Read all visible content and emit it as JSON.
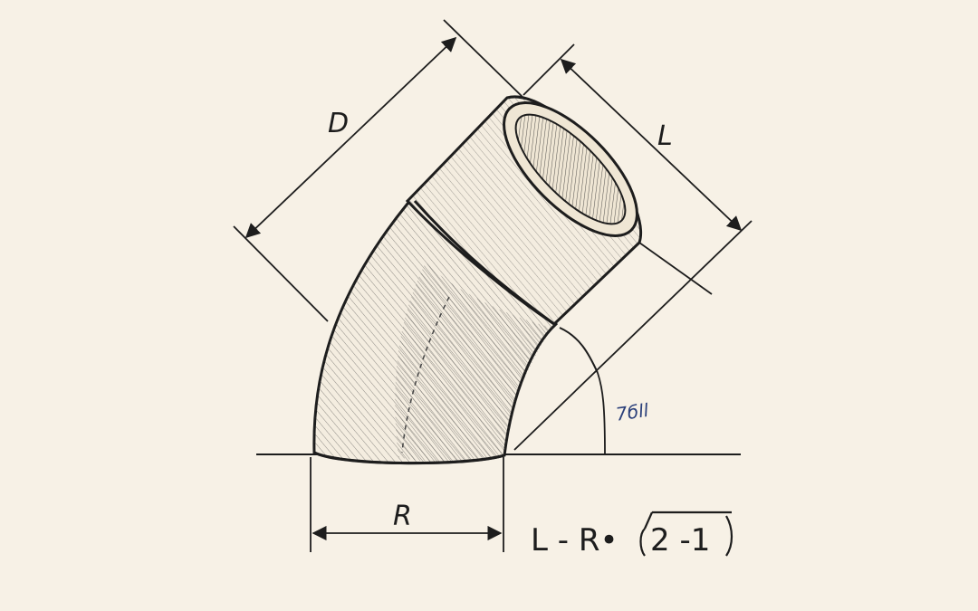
{
  "labels": {
    "diameter": "D",
    "length": "L",
    "radius": "R",
    "angle_note": "7бll"
  },
  "formula": {
    "lhs": "L - R•",
    "inside": "2 -1"
  },
  "colors": {
    "background": "#f7f1e6",
    "ink": "#1d1d1d",
    "pen": "#2a3f7a"
  }
}
